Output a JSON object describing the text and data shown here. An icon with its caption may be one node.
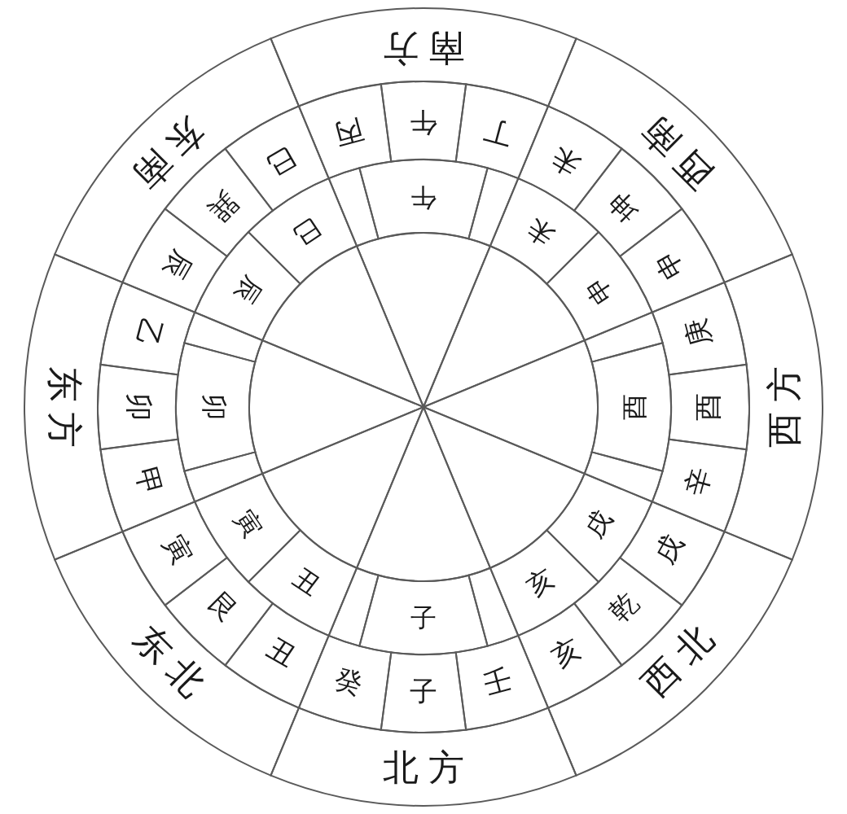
{
  "diagram": {
    "nodes": [
      {
        "text": [
          "南方"
        ]
      },
      {
        "text": [
          "西南"
        ]
      },
      {
        "text": [
          "西方"
        ]
      },
      {
        "text": [
          "西北"
        ]
      },
      {
        "text": [
          "北方"
        ]
      },
      {
        "text": [
          "东北"
        ]
      },
      {
        "text": [
          "东方"
        ]
      },
      {
        "text": [
          "东南"
        ]
      },
      {
        "text": [
          "午"
        ]
      },
      {
        "text": [
          "丁"
        ]
      },
      {
        "text": [
          "未"
        ]
      },
      {
        "text": [
          "坤"
        ]
      },
      {
        "text": [
          "申"
        ]
      },
      {
        "text": [
          "庚"
        ]
      },
      {
        "text": [
          "酉"
        ]
      },
      {
        "text": [
          "辛"
        ]
      },
      {
        "text": [
          "戌"
        ]
      },
      {
        "text": [
          "乾"
        ]
      },
      {
        "text": [
          "亥"
        ]
      },
      {
        "text": [
          "壬"
        ]
      },
      {
        "text": [
          "子"
        ]
      },
      {
        "text": [
          "癸"
        ]
      },
      {
        "text": [
          "丑"
        ]
      },
      {
        "text": [
          "艮"
        ]
      },
      {
        "text": [
          "寅"
        ]
      },
      {
        "text": [
          "甲"
        ]
      },
      {
        "text": [
          "卯"
        ]
      },
      {
        "text": [
          "乙"
        ]
      },
      {
        "text": [
          "辰"
        ]
      },
      {
        "text": [
          "巽"
        ]
      },
      {
        "text": [
          "巳"
        ]
      },
      {
        "text": [
          "丙"
        ]
      },
      {
        "text": [
          "午"
        ]
      },
      {
        "text": [],
        "shape": "box"
      },
      {
        "text": [
          "未"
        ]
      },
      {
        "text": [
          "申"
        ]
      },
      {
        "text": [],
        "shape": "box"
      },
      {
        "text": [
          "酉"
        ]
      },
      {
        "text": [],
        "shape": "box"
      },
      {
        "text": [
          "戌"
        ]
      },
      {
        "text": [
          "亥"
        ]
      },
      {
        "text": [],
        "shape": "box"
      },
      {
        "text": [
          "子"
        ]
      },
      {
        "text": [],
        "shape": "box"
      },
      {
        "text": [
          "丑"
        ]
      },
      {
        "text": [
          "寅"
        ]
      },
      {
        "text": [],
        "shape": "box"
      },
      {
        "text": [
          "卯"
        ]
      },
      {
        "text": [],
        "shape": "box"
      },
      {
        "text": [
          "辰"
        ]
      },
      {
        "text": [
          "巳"
        ]
      },
      {
        "text": [],
        "shape": "box"
      },
      {
        "text": [],
        "shape": "wedge"
      },
      {
        "text": [],
        "shape": "wedge"
      },
      {
        "text": [],
        "shape": "wedge"
      },
      {
        "text": [],
        "shape": "wedge"
      },
      {
        "text": [],
        "shape": "wedge"
      },
      {
        "text": [],
        "shape": "wedge"
      },
      {
        "text": [],
        "shape": "wedge"
      },
      {
        "text": [],
        "shape": "wedge"
      }
    ]
  }
}
